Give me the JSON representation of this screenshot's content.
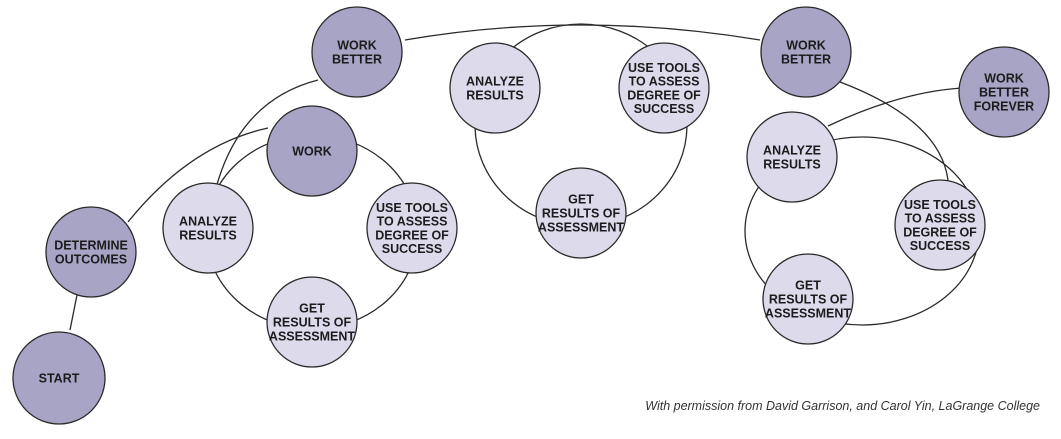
{
  "colors": {
    "dark_node": "#a7a4c5",
    "light_node": "#dddbeb",
    "stroke": "#2a2a2a"
  },
  "diagram": {
    "nodes": [
      {
        "id": "start",
        "lines": [
          "START"
        ],
        "tone": "dark"
      },
      {
        "id": "determine-outcomes",
        "lines": [
          "DETERMINE",
          "OUTCOMES"
        ],
        "tone": "dark"
      },
      {
        "id": "work",
        "lines": [
          "WORK"
        ],
        "tone": "dark"
      },
      {
        "id": "analyze-results-1",
        "lines": [
          "ANALYZE",
          "RESULTS"
        ],
        "tone": "light"
      },
      {
        "id": "use-tools-1",
        "lines": [
          "USE TOOLS",
          "TO ASSESS",
          "DEGREE OF",
          "SUCCESS"
        ],
        "tone": "light"
      },
      {
        "id": "get-results-1",
        "lines": [
          "GET",
          "RESULTS OF",
          "ASSESSMENT"
        ],
        "tone": "light"
      },
      {
        "id": "work-better-1",
        "lines": [
          "WORK",
          "BETTER"
        ],
        "tone": "dark"
      },
      {
        "id": "analyze-results-2",
        "lines": [
          "ANALYZE",
          "RESULTS"
        ],
        "tone": "light"
      },
      {
        "id": "use-tools-2",
        "lines": [
          "USE TOOLS",
          "TO ASSESS",
          "DEGREE OF",
          "SUCCESS"
        ],
        "tone": "light"
      },
      {
        "id": "get-results-2",
        "lines": [
          "GET",
          "RESULTS OF",
          "ASSESSMENT"
        ],
        "tone": "light"
      },
      {
        "id": "work-better-2",
        "lines": [
          "WORK",
          "BETTER"
        ],
        "tone": "dark"
      },
      {
        "id": "analyze-results-3",
        "lines": [
          "ANALYZE",
          "RESULTS"
        ],
        "tone": "light"
      },
      {
        "id": "use-tools-3",
        "lines": [
          "USE TOOLS",
          "TO ASSESS",
          "DEGREE OF",
          "SUCCESS"
        ],
        "tone": "light"
      },
      {
        "id": "get-results-3",
        "lines": [
          "GET",
          "RESULTS OF",
          "ASSESSMENT"
        ],
        "tone": "light"
      },
      {
        "id": "work-better-forever",
        "lines": [
          "WORK",
          "BETTER",
          "FOREVER"
        ],
        "tone": "dark"
      }
    ]
  },
  "credit": "With permission from David Garrison, and Carol Yin, LaGrange College"
}
